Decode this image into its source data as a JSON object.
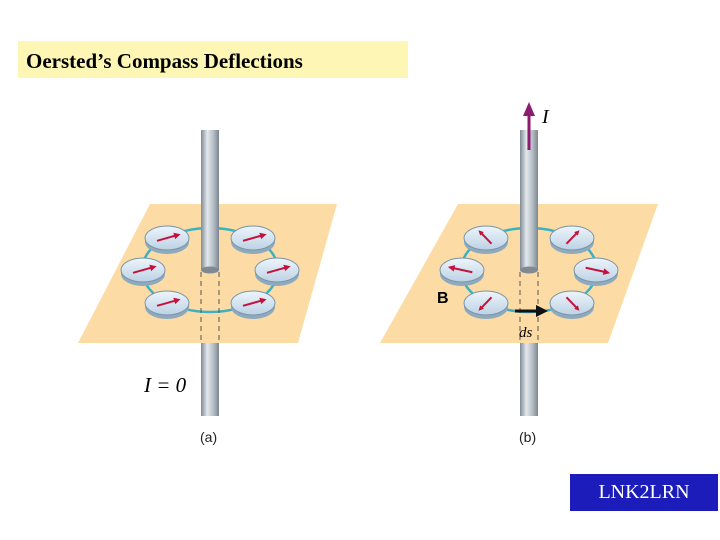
{
  "title": "Oersted’s Compass Deflections",
  "badge": "LNK2LRN",
  "panel_a": {
    "caption": "(a)",
    "current_label": "I = 0",
    "needle_angles": [
      -25,
      -25,
      -25,
      -25,
      -25,
      -25
    ]
  },
  "panel_b": {
    "caption": "(b)",
    "current_label": "I",
    "field_label": "B",
    "segment_label": "ds",
    "needle_angles": [
      240,
      300,
      200,
      20,
      120,
      60
    ]
  },
  "colors": {
    "plane": "#fcd89a",
    "ring": "#3cb1c3",
    "wire": "#a9b3bd",
    "needle": "#c4123f",
    "compass": "#c8dbea",
    "current_arrow": "#8b1c6e"
  }
}
